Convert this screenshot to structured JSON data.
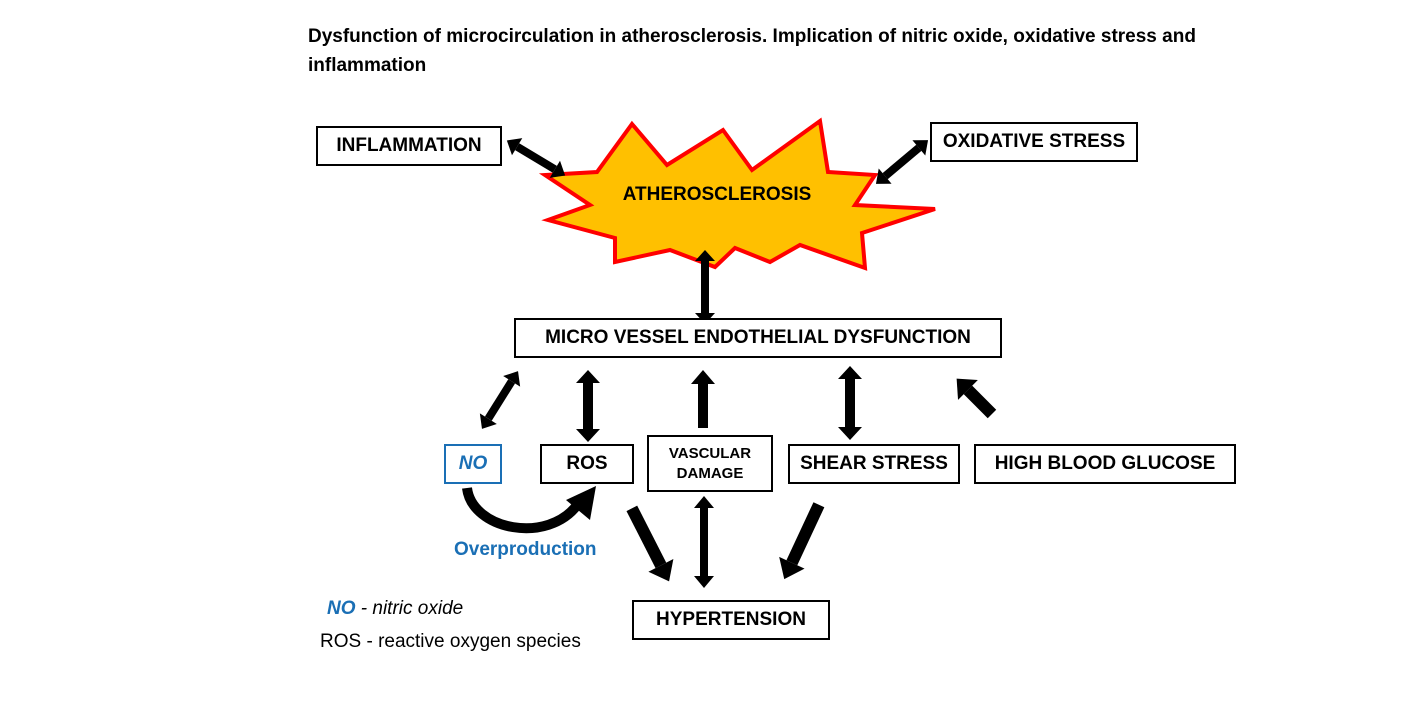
{
  "title": "Dysfunction of microcirculation in atherosclerosis. Implication of nitric oxide, oxidative stress and inflammation",
  "nodes": {
    "inflammation": "INFLAMMATION",
    "oxidative_stress": "OXIDATIVE STRESS",
    "atherosclerosis": "ATHEROSCLEROSIS",
    "micro_vessel": "MICRO VESSEL ENDOTHELIAL DYSFUNCTION",
    "no": "NO",
    "ros": "ROS",
    "vascular_damage_line1": "VASCULAR",
    "vascular_damage_line2": "DAMAGE",
    "shear_stress": "SHEAR STRESS",
    "high_blood_glucose": "HIGH BLOOD GLUCOSE",
    "hypertension": "HYPERTENSION"
  },
  "overproduction_label": "Overproduction",
  "legend": {
    "no_abbr": "NO",
    "no_def": " - nitric oxide",
    "ros_abbr": "ROS",
    "ros_def": " - reactive oxygen species"
  },
  "colors": {
    "burst_fill": "#ffc000",
    "burst_stroke": "#ff0000",
    "accent_blue": "#1a6fb5"
  }
}
